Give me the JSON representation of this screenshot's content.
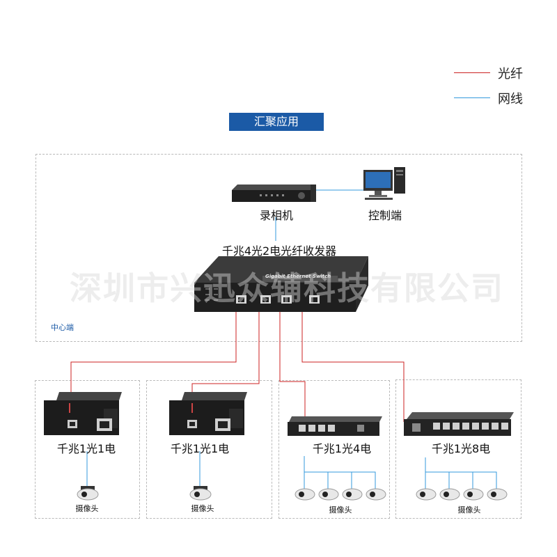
{
  "legend": {
    "fiber": {
      "label": "光纤",
      "color": "#cc2222"
    },
    "network": {
      "label": "网线",
      "color": "#3399dd"
    }
  },
  "title": "汇聚应用",
  "center": {
    "zone_label": "中心端",
    "dvr_label": "录相机",
    "control_label": "控制端",
    "main_switch_label": "千兆4光2电光纤收发器",
    "switch_face_text": "Gigabit Ethernet Switch"
  },
  "watermark": "深圳市兴迅众辅科技有限公司",
  "remote_units": [
    {
      "label": "千兆1光1电",
      "camera_label": "摄像头",
      "cameras": 1
    },
    {
      "label": "千兆1光1电",
      "camera_label": "摄像头",
      "cameras": 1
    },
    {
      "label": "千兆1光4电",
      "camera_label": "摄像头",
      "cameras": 4
    },
    {
      "label": "千兆1光8电",
      "camera_label": "摄像头",
      "cameras": 4
    }
  ],
  "colors": {
    "accent": "#1b5aa6",
    "dashed_border": "#b9b9b9",
    "device_dark": "#2b2b2b"
  }
}
